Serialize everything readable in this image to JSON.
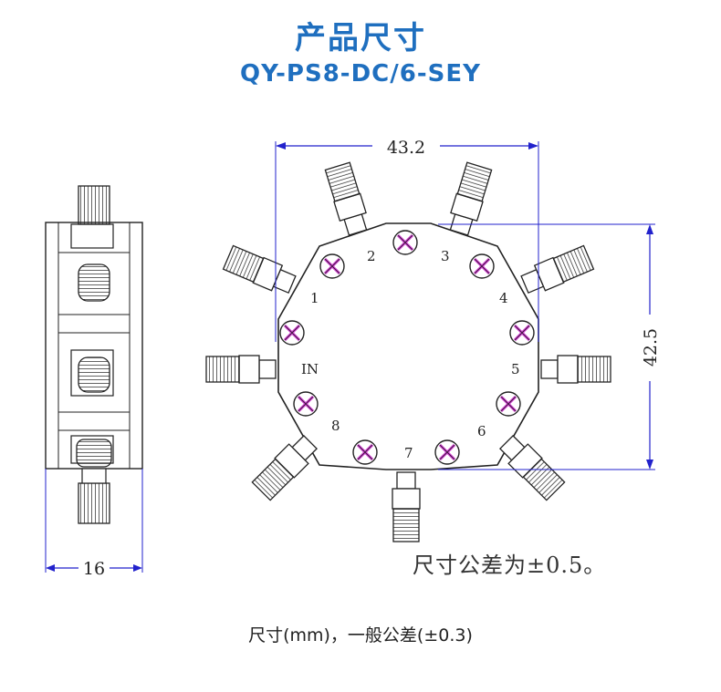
{
  "header": {
    "title": "产品尺寸",
    "model": "QY-PS8-DC/6-SEY"
  },
  "dimensions": {
    "width": "43.2",
    "height": "42.5",
    "thickness": "16"
  },
  "port_labels": [
    "1",
    "2",
    "3",
    "4",
    "5",
    "6",
    "7",
    "8",
    "IN"
  ],
  "tolerance_note": "尺寸公差为±0.5。",
  "footer_note": "尺寸(mm)，一般公差(±0.3)",
  "colors": {
    "title": "#1f6fbf",
    "dimension_line": "#2222cc",
    "screw_cross": "#cc33cc"
  }
}
